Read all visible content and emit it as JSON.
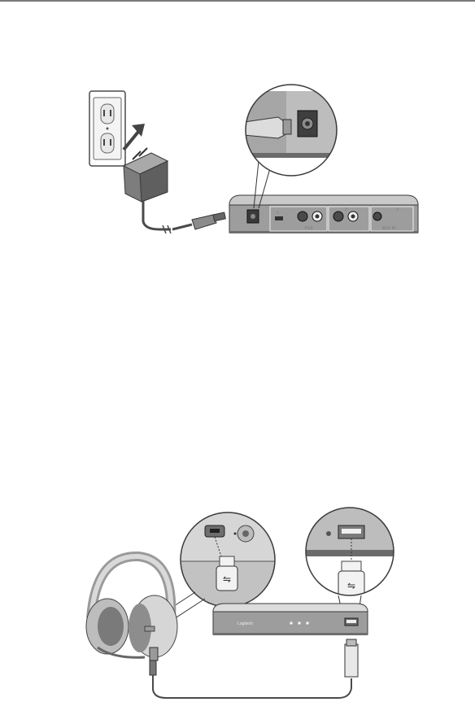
{
  "figure_1": {
    "base_labels": {
      "port_1": "1",
      "port_2": "2",
      "port_3": "3",
      "ps3": "PS3",
      "aux": "AUX IN",
      "usb_symbol": "⇋"
    }
  },
  "figure_2": {
    "base_labels": {
      "brand": "Logitech",
      "usb_symbol": "⇋"
    }
  },
  "colors": {
    "line": "#4a4a4a",
    "device_light": "#d6d6d6",
    "device_mid": "#a9a9a9",
    "device_dark": "#7d7d7d",
    "device_shade": "#5f5f5f"
  }
}
